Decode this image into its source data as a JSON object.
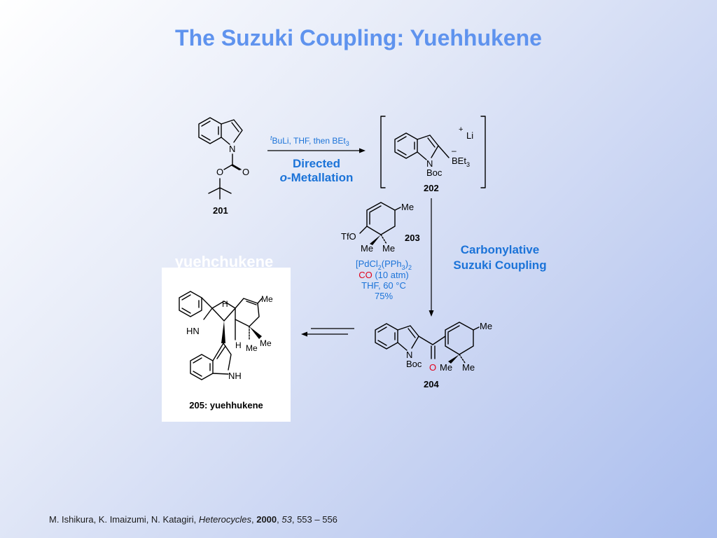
{
  "slide": {
    "title": "The Suzuki Coupling: Yuehhukene",
    "watermark_text": "yuehchukene"
  },
  "step1": {
    "reagent_prefix": "t",
    "reagent_text": "BuLi, THF, then BEt",
    "reagent_sub": "3",
    "label_line1": "Directed",
    "label_line2_italic": "o",
    "label_line2_rest": "-Metallation"
  },
  "step2": {
    "label_line1": "Carbonylative",
    "label_line2": "Suzuki Coupling",
    "catalyst_a": "[PdCl",
    "catalyst_sub1": "2",
    "catalyst_b": "(PPh",
    "catalyst_sub2": "3",
    "catalyst_c": ")",
    "catalyst_sub3": "2",
    "co_label": "CO",
    "co_pressure": " (10 atm)",
    "conditions": "THF, 60 °C",
    "yield": "75%"
  },
  "compounds": {
    "c201": {
      "number": "201",
      "atoms": {
        "N": "N",
        "O1": "O",
        "O2": "O"
      }
    },
    "c202": {
      "number": "202",
      "atoms": {
        "N": "N",
        "boc": "Boc",
        "plus": "+",
        "li": "Li",
        "minus": "–",
        "bet": "BEt",
        "bet_sub": "3"
      }
    },
    "c203": {
      "number": "203",
      "atoms": {
        "tfo": "TfO",
        "me_top": "Me",
        "me_left": "Me",
        "me_right": "Me"
      }
    },
    "c204": {
      "number": "204",
      "atoms": {
        "N": "N",
        "boc": "Boc",
        "O": "O",
        "me_top": "Me",
        "me_left": "Me",
        "me_right": "Me"
      }
    },
    "c205": {
      "label": "205: yuehhukene",
      "atoms": {
        "hn": "HN",
        "nh": "NH",
        "h_top": "H",
        "h_bottom": "H",
        "me_top": "Me",
        "me_right": "Me",
        "me_bottom": "Me"
      }
    }
  },
  "citation": {
    "authors": "M. Ishikura, K. Imaizumi, N. Katagiri, ",
    "journal": "Heterocycles",
    "sep1": ", ",
    "year": "2000",
    "sep2": ", ",
    "volume": "53",
    "pages": ", 553 – 556"
  },
  "colors": {
    "title": "#5f93ee",
    "reagent_blue": "#1b73d8",
    "co_red": "#e0001a",
    "oxygen_red": "#e0001a"
  }
}
